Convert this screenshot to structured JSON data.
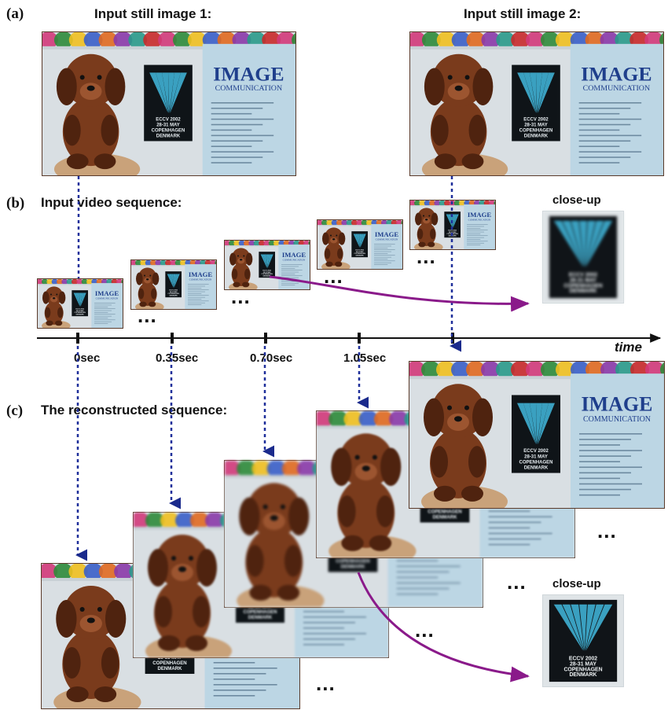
{
  "section_a": {
    "letter": "(a)",
    "still1_title": "Input still image 1:",
    "still2_title": "Input still image 2:"
  },
  "section_b": {
    "letter": "(b)",
    "title": "Input video sequence:",
    "closeup_label": "close-up"
  },
  "section_c": {
    "letter": "(c)",
    "title": "The reconstructed sequence:",
    "closeup_label": "close-up"
  },
  "timeline": {
    "axis_label": "time",
    "ticks": [
      "0sec",
      "0.35sec",
      "0.70sec",
      "1.05sec"
    ]
  },
  "frame_content": {
    "poster_heading": "IMAGE",
    "poster_subheading": "COMMUNICATION",
    "conference_lines": [
      "ECCV 2002",
      "28-31 MAY",
      "COPENHAGEN",
      "DENMARK"
    ]
  },
  "ellipsis": "...",
  "colors": {
    "dotted_connector": "#1f2f9a",
    "arrow_curve": "#8a1a8a",
    "arrowhead": "#1a2a8c",
    "poster_blue": "#1f3f8c",
    "frame_border": "#5a3a2a",
    "bear_brown": "#7a3b1c"
  }
}
